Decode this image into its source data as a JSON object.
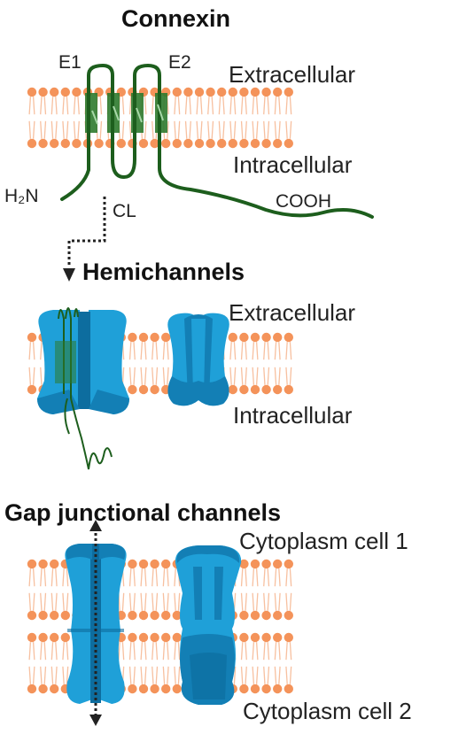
{
  "connexin": {
    "title": "Connexin",
    "e1": "E1",
    "e2": "E2",
    "extracellular": "Extracellular",
    "intracellular": "Intracellular",
    "n_terminus": "H₂N",
    "cl": "CL",
    "c_terminus": "COOH"
  },
  "hemichannels": {
    "title": "Hemichannels",
    "extracellular": "Extracellular",
    "intracellular": "Intracellular"
  },
  "gap_junction": {
    "title": "Gap junctional channels",
    "cell1": "Cytoplasm cell 1",
    "cell2": "Cytoplasm cell 2"
  },
  "colors": {
    "lipid_head": "#f4935a",
    "lipid_tail": "#f7c0a0",
    "protein_line": "#1d5e1d",
    "channel": "#1fa0d8",
    "channel_dark": "#137fb5",
    "channel_darker": "#0d6d9f"
  }
}
